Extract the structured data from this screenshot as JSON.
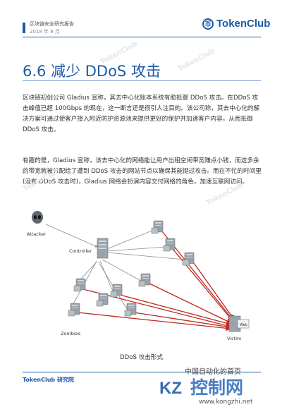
{
  "header": {
    "title": "区块链安全研究报告",
    "date": "2018 年 8 月",
    "logo_text": "TokenClub",
    "logo_mark": "币"
  },
  "section_title": "6.6 减少 DDoS 攻击",
  "paragraphs": [
    "区块链初创公司 Gladius 宣称，其去中心化账本系统有助抵御 DDoS 攻击。在DDoS 攻击峰值已超 100Gbps 的现在，这一断言还是很引人注目的。该公司称，其去中心化的解决方案可通过使客户接入附近防护资源池来提供更好的保护并加速客户内容，从而抵御 DDoS 攻击。",
    "有趣的是，Gladius 宣称，该去中心化的网络能让用户出租空闲带宽赚点小钱，而这多余的带宽就被分配给了遭到 DDoS 攻击的网站节点以确保其能挺过攻击。而在不忙的时间里(没有 DDoS 攻击时)，Gladius 网络会扮演内容交付网络的角色，加速互联网访问。"
  ],
  "diagram": {
    "attacker_label": "Attacker",
    "controller_label": "Controller",
    "zombies_label": "Zombies",
    "victim_label": "Victim",
    "victim_screen": "Web"
  },
  "caption": "DDoS 攻击形式",
  "footer": {
    "left": "TokenClub 研究院"
  },
  "site_watermark": {
    "line1": "中国自动化的首页",
    "brand": "控制网",
    "url": "www.kongzhi.net"
  },
  "colors": {
    "brand_blue": "#1c5aa6",
    "attack_red": "#c0281f"
  }
}
